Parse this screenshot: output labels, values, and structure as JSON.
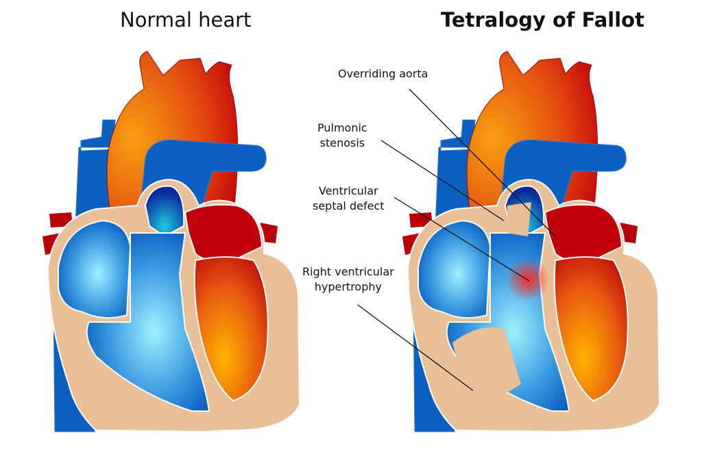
{
  "titles": {
    "normal": "Normal heart",
    "tof": "Tetralogy of Fallot"
  },
  "labels": {
    "overriding_aorta": "Overriding aorta",
    "pulmonic_stenosis_1": "Pulmonic",
    "pulmonic_stenosis_2": "stenosis",
    "vsd_1": "Ventricular",
    "vsd_2": "septal defect",
    "rvh_1": "Right ventricular",
    "rvh_2": "hypertrophy"
  },
  "colors": {
    "deoxygenated": "#0a5fbf",
    "oxygenated": "#c0000a",
    "muscle": "#e8bf96",
    "defect": "#ff2a20"
  }
}
